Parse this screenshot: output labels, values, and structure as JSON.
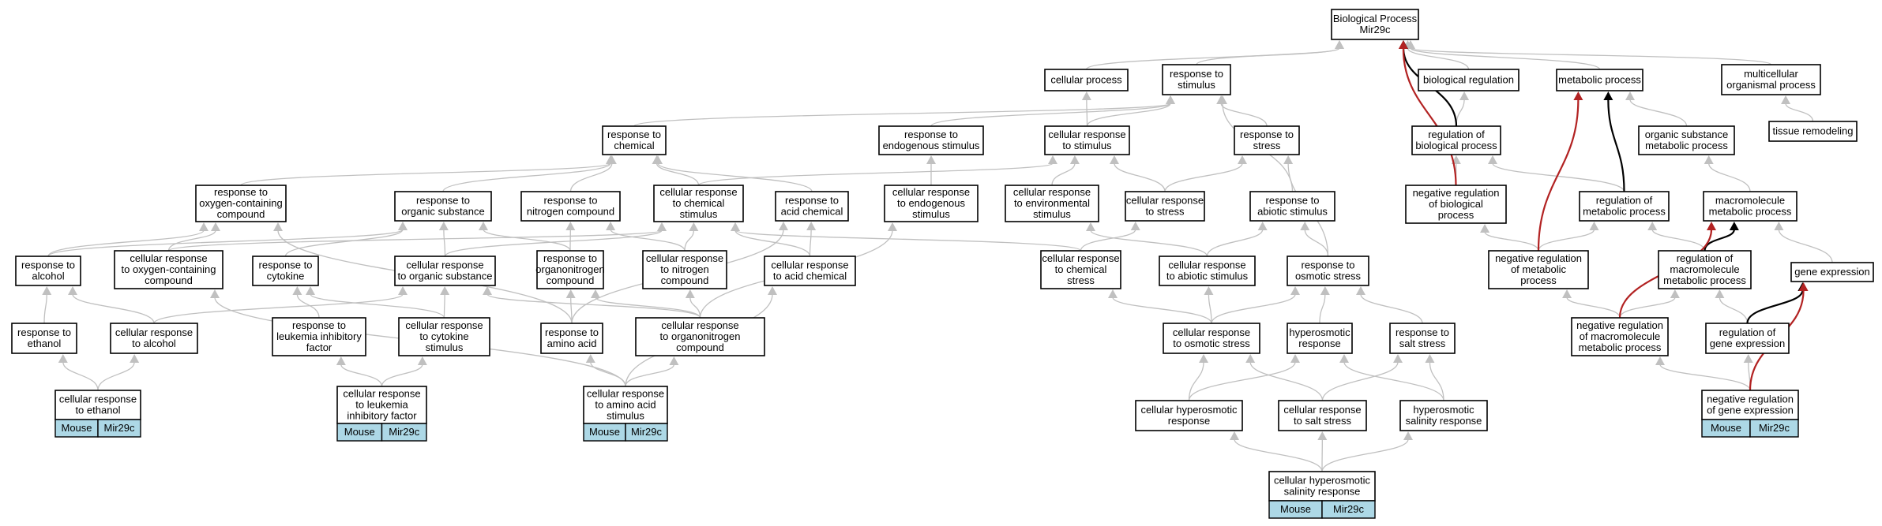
{
  "legend": {
    "organism": "Mouse",
    "gene": "Mir29c"
  },
  "nodes": [
    {
      "id": "root",
      "lines": [
        "Biological Process",
        "Mir29c"
      ]
    },
    {
      "id": "cellular_process",
      "lines": [
        "cellular process"
      ]
    },
    {
      "id": "response_to_stimulus",
      "lines": [
        "response to",
        "stimulus"
      ]
    },
    {
      "id": "biological_regulation",
      "lines": [
        "biological regulation"
      ]
    },
    {
      "id": "metabolic_process",
      "lines": [
        "metabolic process"
      ]
    },
    {
      "id": "multicellular_organismal_process",
      "lines": [
        "multicellular",
        "organismal process"
      ]
    },
    {
      "id": "response_to_chemical",
      "lines": [
        "response to",
        "chemical"
      ]
    },
    {
      "id": "response_to_endogenous_stimulus",
      "lines": [
        "response to",
        "endogenous stimulus"
      ]
    },
    {
      "id": "cellular_response_to_stimulus",
      "lines": [
        "cellular response",
        "to stimulus"
      ]
    },
    {
      "id": "response_to_stress",
      "lines": [
        "response to",
        "stress"
      ]
    },
    {
      "id": "regulation_of_biological_process",
      "lines": [
        "regulation of",
        "biological process"
      ]
    },
    {
      "id": "organic_substance_metabolic_process",
      "lines": [
        "organic substance",
        "metabolic process"
      ]
    },
    {
      "id": "tissue_remodeling",
      "lines": [
        "tissue remodeling"
      ]
    },
    {
      "id": "response_to_oxygen_containing_compound",
      "lines": [
        "response to",
        "oxygen-containing",
        "compound"
      ]
    },
    {
      "id": "response_to_organic_substance",
      "lines": [
        "response to",
        "organic substance"
      ]
    },
    {
      "id": "response_to_nitrogen_compound",
      "lines": [
        "response to",
        "nitrogen compound"
      ]
    },
    {
      "id": "cellular_response_to_chemical_stimulus",
      "lines": [
        "cellular response",
        "to chemical",
        "stimulus"
      ]
    },
    {
      "id": "response_to_acid_chemical",
      "lines": [
        "response to",
        "acid chemical"
      ]
    },
    {
      "id": "cellular_response_to_endogenous_stimulus",
      "lines": [
        "cellular response",
        "to endogenous",
        "stimulus"
      ]
    },
    {
      "id": "cellular_response_to_environmental_stimulus",
      "lines": [
        "cellular response",
        "to environmental",
        "stimulus"
      ]
    },
    {
      "id": "cellular_response_to_stress",
      "lines": [
        "cellular response",
        "to stress"
      ]
    },
    {
      "id": "response_to_abiotic_stimulus",
      "lines": [
        "response to",
        "abiotic stimulus"
      ]
    },
    {
      "id": "negative_regulation_of_biological_process",
      "lines": [
        "negative regulation",
        "of biological",
        "process"
      ]
    },
    {
      "id": "regulation_of_metabolic_process",
      "lines": [
        "regulation of",
        "metabolic process"
      ]
    },
    {
      "id": "macromolecule_metabolic_process",
      "lines": [
        "macromolecule",
        "metabolic process"
      ]
    },
    {
      "id": "response_to_alcohol",
      "lines": [
        "response to",
        "alcohol"
      ]
    },
    {
      "id": "cellular_response_to_oxygen_containing_compound",
      "lines": [
        "cellular response",
        "to oxygen-containing",
        "compound"
      ]
    },
    {
      "id": "response_to_cytokine",
      "lines": [
        "response to",
        "cytokine"
      ]
    },
    {
      "id": "cellular_response_to_organic_substance",
      "lines": [
        "cellular response",
        "to organic substance"
      ]
    },
    {
      "id": "response_to_organonitrogen_compound",
      "lines": [
        "response to",
        "organonitrogen",
        "compound"
      ]
    },
    {
      "id": "cellular_response_to_nitrogen_compound",
      "lines": [
        "cellular response",
        "to nitrogen",
        "compound"
      ]
    },
    {
      "id": "cellular_response_to_acid_chemical",
      "lines": [
        "cellular response",
        "to acid chemical"
      ]
    },
    {
      "id": "cellular_response_to_chemical_stress",
      "lines": [
        "cellular response",
        "to chemical",
        "stress"
      ]
    },
    {
      "id": "cellular_response_to_abiotic_stimulus",
      "lines": [
        "cellular response",
        "to abiotic stimulus"
      ]
    },
    {
      "id": "response_to_osmotic_stress",
      "lines": [
        "response to",
        "osmotic stress"
      ]
    },
    {
      "id": "negative_regulation_of_metabolic_process",
      "lines": [
        "negative regulation",
        "of metabolic",
        "process"
      ]
    },
    {
      "id": "regulation_of_macromolecule_metabolic_process",
      "lines": [
        "regulation of",
        "macromolecule",
        "metabolic process"
      ]
    },
    {
      "id": "gene_expression",
      "lines": [
        "gene expression"
      ]
    },
    {
      "id": "response_to_ethanol",
      "lines": [
        "response to",
        "ethanol"
      ]
    },
    {
      "id": "cellular_response_to_alcohol",
      "lines": [
        "cellular response",
        "to alcohol"
      ]
    },
    {
      "id": "response_to_leukemia_inhibitory_factor",
      "lines": [
        "response to",
        "leukemia inhibitory",
        "factor"
      ]
    },
    {
      "id": "cellular_response_to_cytokine_stimulus",
      "lines": [
        "cellular response",
        "to cytokine",
        "stimulus"
      ]
    },
    {
      "id": "response_to_amino_acid",
      "lines": [
        "response to",
        "amino acid"
      ]
    },
    {
      "id": "cellular_response_to_organonitrogen_compound",
      "lines": [
        "cellular response",
        "to organonitrogen",
        "compound"
      ]
    },
    {
      "id": "cellular_response_to_osmotic_stress",
      "lines": [
        "cellular response",
        "to osmotic stress"
      ]
    },
    {
      "id": "hyperosmotic_response",
      "lines": [
        "hyperosmotic",
        "response"
      ]
    },
    {
      "id": "response_to_salt_stress",
      "lines": [
        "response to",
        "salt stress"
      ]
    },
    {
      "id": "negative_regulation_of_macromolecule_metabolic_process",
      "lines": [
        "negative regulation",
        "of macromolecule",
        "metabolic process"
      ]
    },
    {
      "id": "regulation_of_gene_expression",
      "lines": [
        "regulation of",
        "gene expression"
      ]
    },
    {
      "id": "cellular_response_to_ethanol",
      "lines": [
        "cellular response",
        "to ethanol"
      ],
      "tagged": true
    },
    {
      "id": "cellular_response_to_leukemia_inhibitory_factor",
      "lines": [
        "cellular response",
        "to leukemia",
        "inhibitory factor"
      ],
      "tagged": true
    },
    {
      "id": "cellular_response_to_amino_acid_stimulus",
      "lines": [
        "cellular response",
        "to amino acid",
        "stimulus"
      ],
      "tagged": true
    },
    {
      "id": "cellular_hyperosmotic_response",
      "lines": [
        "cellular hyperosmotic",
        "response"
      ]
    },
    {
      "id": "cellular_response_to_salt_stress",
      "lines": [
        "cellular response",
        "to salt stress"
      ]
    },
    {
      "id": "hyperosmotic_salinity_response",
      "lines": [
        "hyperosmotic",
        "salinity response"
      ]
    },
    {
      "id": "negative_regulation_of_gene_expression",
      "lines": [
        "negative regulation",
        "of gene expression"
      ],
      "tagged": true
    },
    {
      "id": "cellular_hyperosmotic_salinity_response",
      "lines": [
        "cellular hyperosmotic",
        "salinity response"
      ],
      "tagged": true
    }
  ]
}
